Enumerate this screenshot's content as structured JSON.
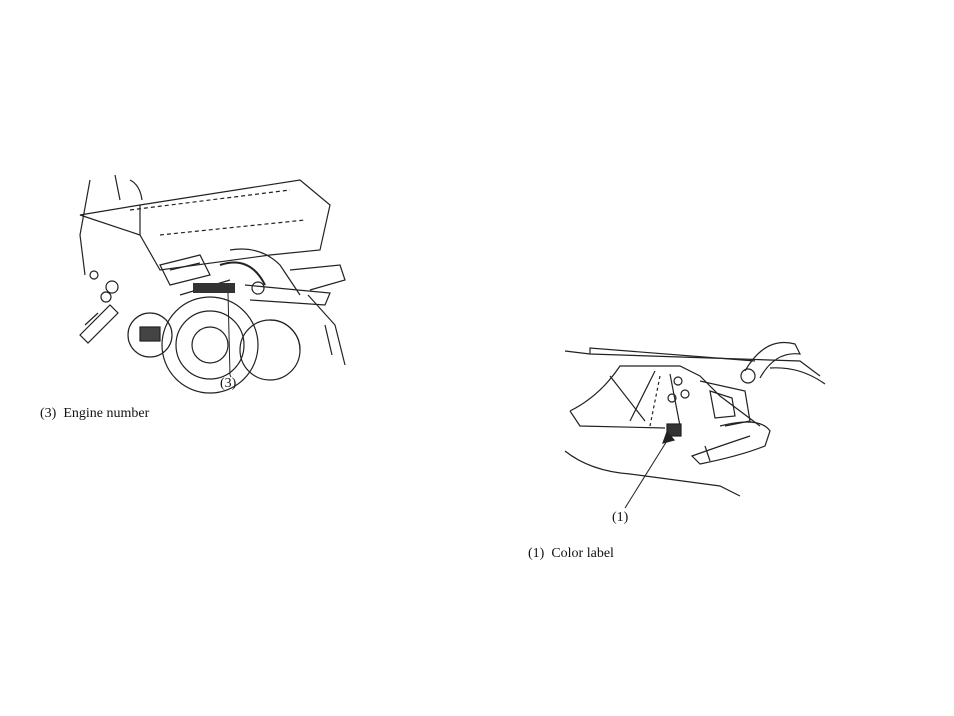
{
  "figures": [
    {
      "callout": "(3)",
      "caption": "(3)  Engine number"
    },
    {
      "callout": "(1)",
      "caption": "(1)  Color label"
    }
  ]
}
